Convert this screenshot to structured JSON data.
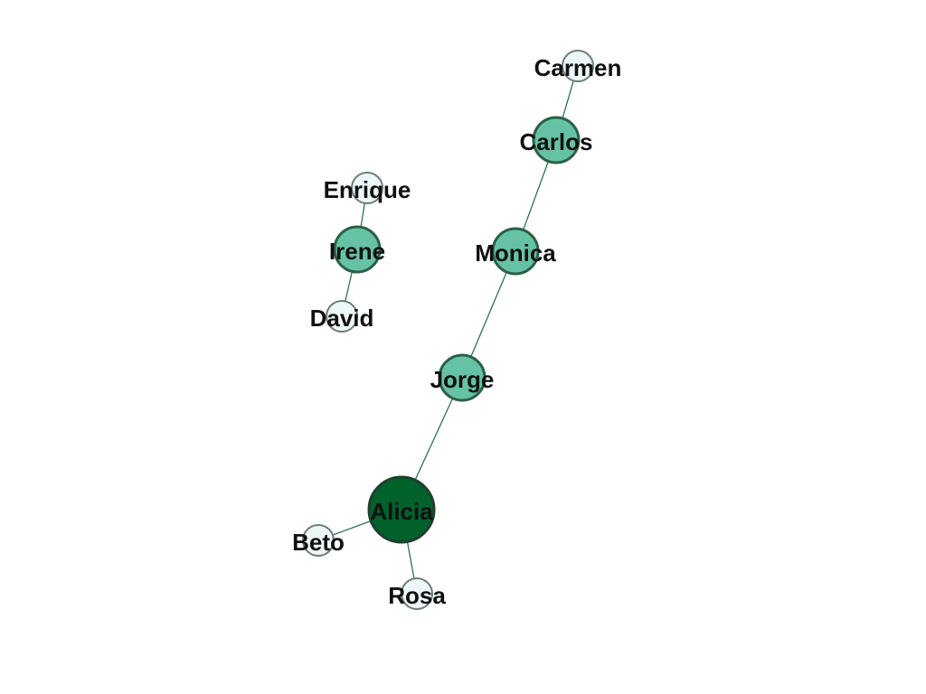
{
  "graph": {
    "nodes": [
      {
        "id": "carmen",
        "label": "Carmen",
        "level": "low",
        "fill": "#eef7f8",
        "stroke": "#6f7b78"
      },
      {
        "id": "carlos",
        "label": "Carlos",
        "level": "medium",
        "fill": "#66c2a4",
        "stroke": "#2b6045"
      },
      {
        "id": "enrique",
        "label": "Enrique",
        "level": "low",
        "fill": "#eef7f8",
        "stroke": "#6f7b78"
      },
      {
        "id": "irene",
        "label": "Irene",
        "level": "medium",
        "fill": "#66c2a4",
        "stroke": "#2b6045"
      },
      {
        "id": "monica",
        "label": "Monica",
        "level": "medium",
        "fill": "#66c2a4",
        "stroke": "#2b6045"
      },
      {
        "id": "david",
        "label": "David",
        "level": "low",
        "fill": "#eef7f8",
        "stroke": "#6f7b78"
      },
      {
        "id": "jorge",
        "label": "Jorge",
        "level": "medium",
        "fill": "#66c2a4",
        "stroke": "#2b6045"
      },
      {
        "id": "alicia",
        "label": "Alicia",
        "level": "high",
        "fill": "#00612b",
        "stroke": "#1f3f2f"
      },
      {
        "id": "beto",
        "label": "Beto",
        "level": "low",
        "fill": "#eef7f8",
        "stroke": "#6f7b78"
      },
      {
        "id": "rosa",
        "label": "Rosa",
        "level": "low",
        "fill": "#eef7f8",
        "stroke": "#6f7b78"
      }
    ],
    "edges": [
      {
        "source": "carmen",
        "target": "carlos"
      },
      {
        "source": "carlos",
        "target": "monica"
      },
      {
        "source": "monica",
        "target": "jorge"
      },
      {
        "source": "jorge",
        "target": "alicia"
      },
      {
        "source": "alicia",
        "target": "beto"
      },
      {
        "source": "alicia",
        "target": "rosa"
      },
      {
        "source": "enrique",
        "target": "irene"
      },
      {
        "source": "irene",
        "target": "david"
      }
    ]
  }
}
